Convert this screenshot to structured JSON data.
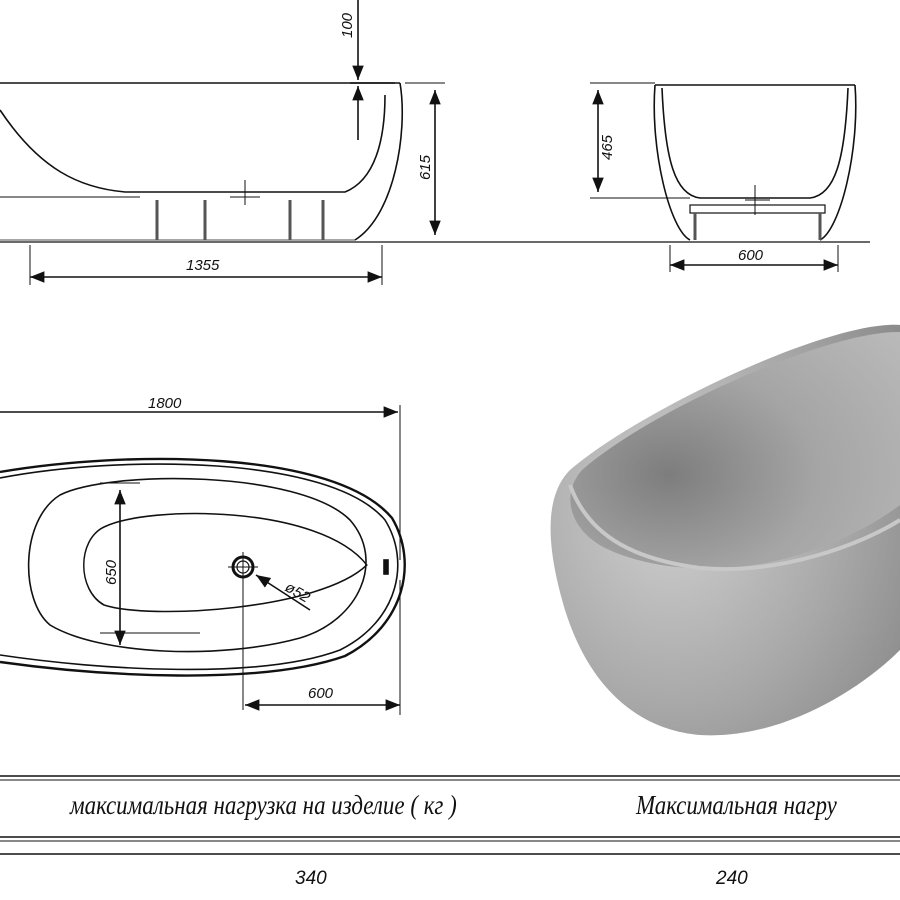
{
  "dimensions": {
    "rim_offset": "100",
    "height": "615",
    "leg_span": "1355",
    "inner_depth": "465",
    "front_width": "600",
    "length": "1800",
    "width": "650",
    "drain_offset": "600",
    "drain_diameter": "ø52"
  },
  "table": {
    "header_1": "максимальная нагрузка на изделие ( кг )",
    "header_2": "Максимальная нагру",
    "value_1": "340",
    "value_2": "240"
  },
  "colors": {
    "line": "#111111",
    "render": "#a9a9a9"
  }
}
